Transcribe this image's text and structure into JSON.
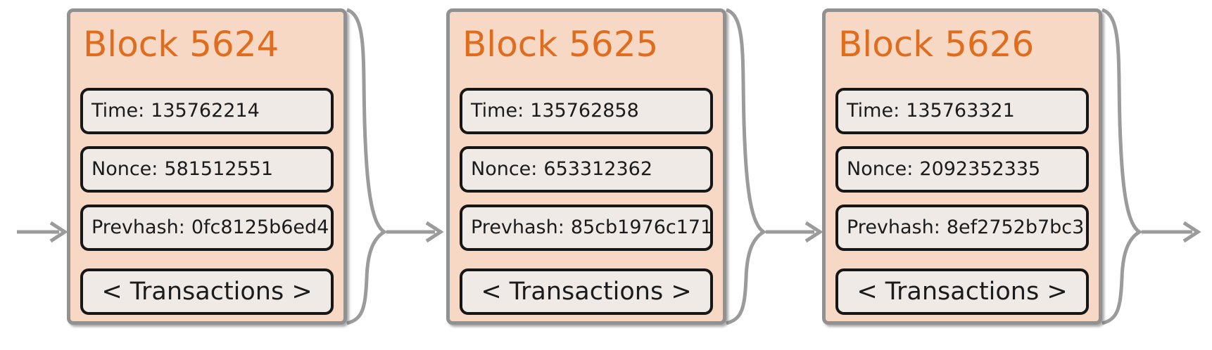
{
  "colors": {
    "block_background": "#f7d8c4",
    "block_border": "#919192",
    "title": "#e06c1e",
    "field_background": "#f0eae7",
    "field_border": "#161616",
    "text": "#1b1b1b",
    "connector": "#9b9b9b"
  },
  "chain": {
    "kind": "blockchain-block-diagram",
    "connector_style": "curly-brace-with-right-arrow",
    "blocks": [
      {
        "title": "Block 5624",
        "fields": [
          {
            "name": "time",
            "label": "Time:",
            "value": "135762214"
          },
          {
            "name": "nonce",
            "label": "Nonce:",
            "value": "581512551"
          },
          {
            "name": "prevhash",
            "label": "Prevhash:",
            "value": "0fc8125b6ed4"
          }
        ],
        "transactions": "< Transactions >"
      },
      {
        "title": "Block 5625",
        "fields": [
          {
            "name": "time",
            "label": "Time:",
            "value": "135762858"
          },
          {
            "name": "nonce",
            "label": "Nonce:",
            "value": "653312362"
          },
          {
            "name": "prevhash",
            "label": "Prevhash:",
            "value": "85cb1976c171"
          }
        ],
        "transactions": "< Transactions >"
      },
      {
        "title": "Block 5626",
        "fields": [
          {
            "name": "time",
            "label": "Time:",
            "value": "135763321"
          },
          {
            "name": "nonce",
            "label": "Nonce:",
            "value": "2092352335"
          },
          {
            "name": "prevhash",
            "label": "Prevhash:",
            "value": "8ef2752b7bc3"
          }
        ],
        "transactions": "< Transactions >"
      }
    ]
  }
}
